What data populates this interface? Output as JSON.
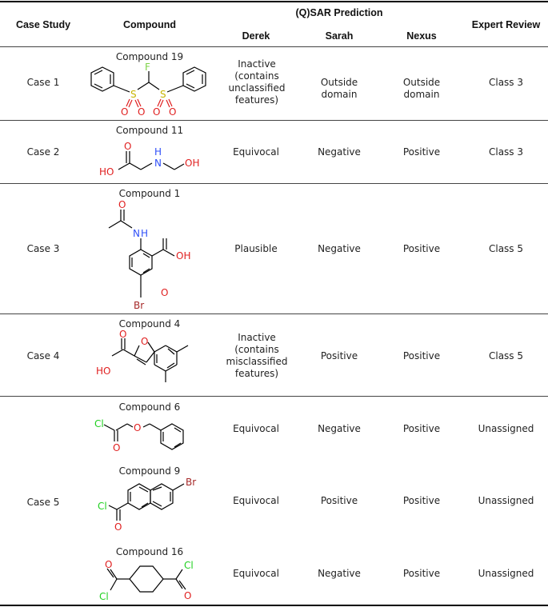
{
  "header": {
    "case_study": "Case Study",
    "compound": "Compound",
    "qsar": "(Q)SAR Prediction",
    "derek": "Derek",
    "sarah": "Sarah",
    "nexus": "Nexus",
    "expert": "Expert Review"
  },
  "rows": [
    {
      "case": "Case 1",
      "compound": "Compound 19",
      "derek": "Inactive (contains unclassified features)",
      "sarah": "Outside domain",
      "nexus": "Outside domain",
      "expert": "Class 3"
    },
    {
      "case": "Case 2",
      "compound": "Compound 11",
      "derek": "Equivocal",
      "sarah": "Negative",
      "nexus": "Positive",
      "expert": "Class 3"
    },
    {
      "case": "Case 3",
      "compound": "Compound 1",
      "derek": "Plausible",
      "sarah": "Negative",
      "nexus": "Positive",
      "expert": "Class 5"
    },
    {
      "case": "Case 4",
      "compound": "Compound 4",
      "derek": "Inactive (contains misclassified features)",
      "sarah": "Positive",
      "nexus": "Positive",
      "expert": "Class 5"
    },
    {
      "case": "Case 5",
      "compound": "Compound 6",
      "derek": "Equivocal",
      "sarah": "Negative",
      "nexus": "Positive",
      "expert": "Unassigned"
    },
    {
      "case": "",
      "compound": "Compound 9",
      "derek": "Equivocal",
      "sarah": "Positive",
      "nexus": "Positive",
      "expert": "Unassigned"
    },
    {
      "case": "",
      "compound": "Compound 16",
      "derek": "Equivocal",
      "sarah": "Negative",
      "nexus": "Positive",
      "expert": "Unassigned"
    }
  ],
  "atoms": {
    "F": "F",
    "S": "S",
    "O": "O",
    "OH": "OH",
    "HO": "HO",
    "H": "H",
    "N": "N",
    "Cl": "Cl",
    "Br": "Br"
  },
  "colors": {
    "sulfur": "#c8b400",
    "oxygen": "#e02020",
    "nitrogen": "#3050f8",
    "fluorine": "#7ed348",
    "chlorine": "#1fd01f",
    "bromine": "#a62929",
    "bond": "#000000"
  }
}
